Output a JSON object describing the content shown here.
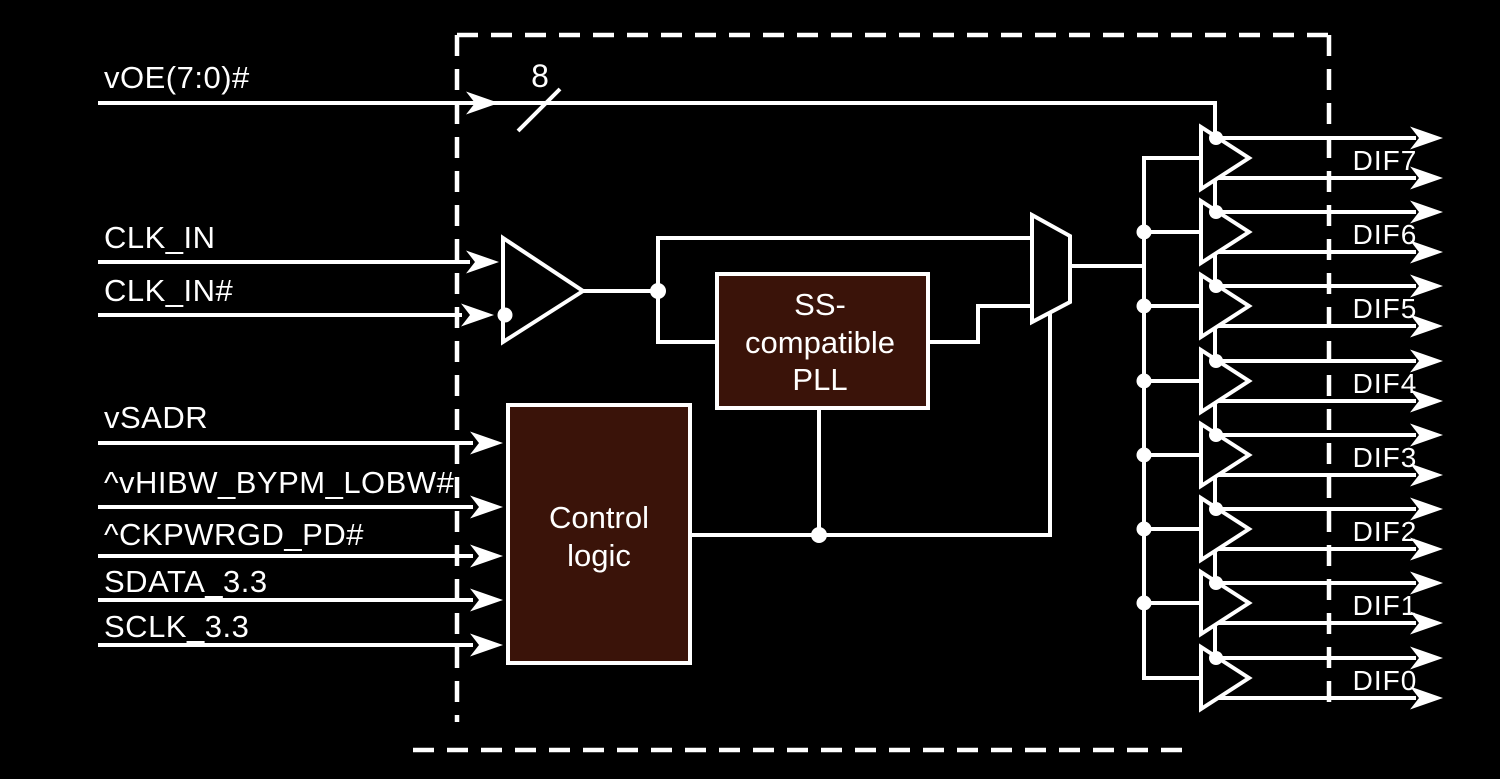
{
  "colors": {
    "background": "#000000",
    "line": "#ffffff",
    "block_fill": "#3a1309"
  },
  "inputs": {
    "voe": {
      "label": "vOE(7:0)#",
      "bus_width": "8"
    },
    "clk_in": {
      "label": "CLK_IN"
    },
    "clk_in_n": {
      "label": "CLK_IN#"
    },
    "vsadr": {
      "label": "vSADR"
    },
    "hibw_bypm_lobw": {
      "label": "^vHIBW_BYPM_LOBW#"
    },
    "ckpwrgd_pd": {
      "label": "^CKPWRGD_PD#"
    },
    "sdata": {
      "label": "SDATA_3.3"
    },
    "sclk": {
      "label": "SCLK_3.3"
    }
  },
  "blocks": {
    "pll": {
      "lines": [
        "SS-",
        "compatible",
        "PLL"
      ]
    },
    "control": {
      "lines": [
        "Control",
        "logic"
      ]
    }
  },
  "outputs": {
    "labels": [
      "DIF7",
      "DIF6",
      "DIF5",
      "DIF4",
      "DIF3",
      "DIF2",
      "DIF1",
      "DIF0"
    ]
  }
}
